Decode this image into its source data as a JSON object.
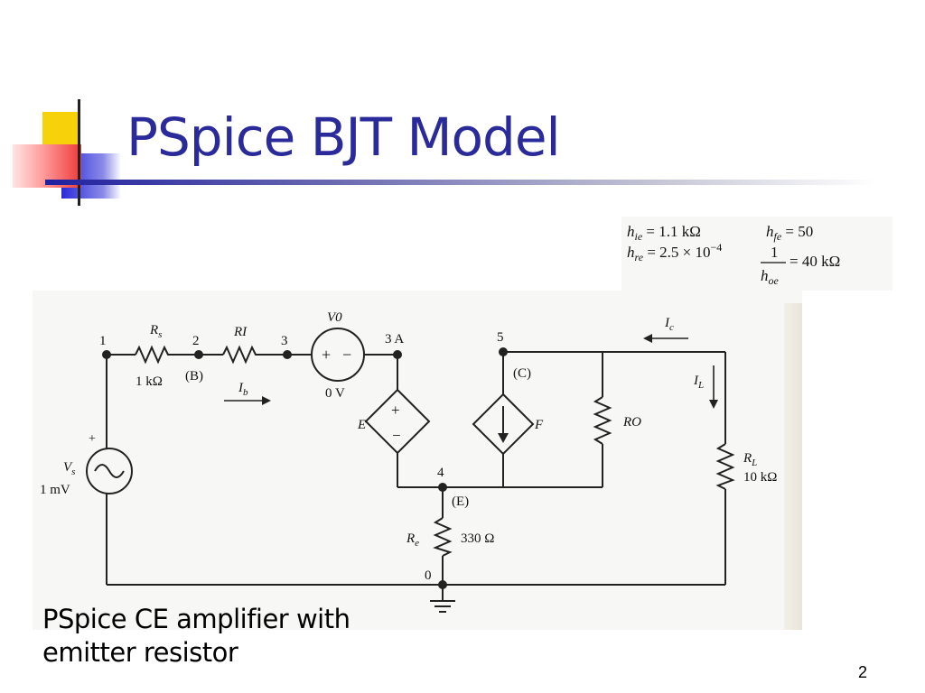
{
  "slide": {
    "title": "PSpice BJT Model",
    "caption_line1": "PSpice CE amplifier with",
    "caption_line2": "emitter resistor",
    "page_number": "2",
    "colors": {
      "title": "#2a2a9a",
      "accent_yellow": "#f5d20a",
      "accent_red": "#ee3a3a",
      "accent_blue": "#2a2ad8"
    }
  },
  "params": {
    "hie": "h_ie = 1.1 kΩ",
    "hre": "h_re = 2.5 × 10^−4",
    "hfe": "h_fe = 50",
    "hoe_num": "1",
    "hoe_den": "h_oe",
    "hoe_val": "= 40 kΩ"
  },
  "diagram": {
    "nodes": {
      "n1": "1",
      "n2": "2",
      "n3": "3",
      "n3a": "3 A",
      "n5": "5",
      "n4": "4",
      "n0": "0"
    },
    "node_labels": {
      "b": "(B)",
      "c": "(C)",
      "e": "(E)"
    },
    "components": {
      "rs_name": "R_s",
      "rs_value": "1 kΩ",
      "ri_name": "RI",
      "v0_name": "V0",
      "v0_value": "0 V",
      "e_name": "E",
      "f_name": "F",
      "ro_name": "RO",
      "rl_name": "R_L",
      "rl_value": "10 kΩ",
      "re_name": "R_e",
      "re_value": "330 Ω",
      "vs_name": "V_s",
      "vs_value": "1 mV",
      "plus": "+",
      "minus": "−"
    },
    "currents": {
      "ib": "I_b",
      "ic": "I_c",
      "il": "I_L"
    }
  }
}
